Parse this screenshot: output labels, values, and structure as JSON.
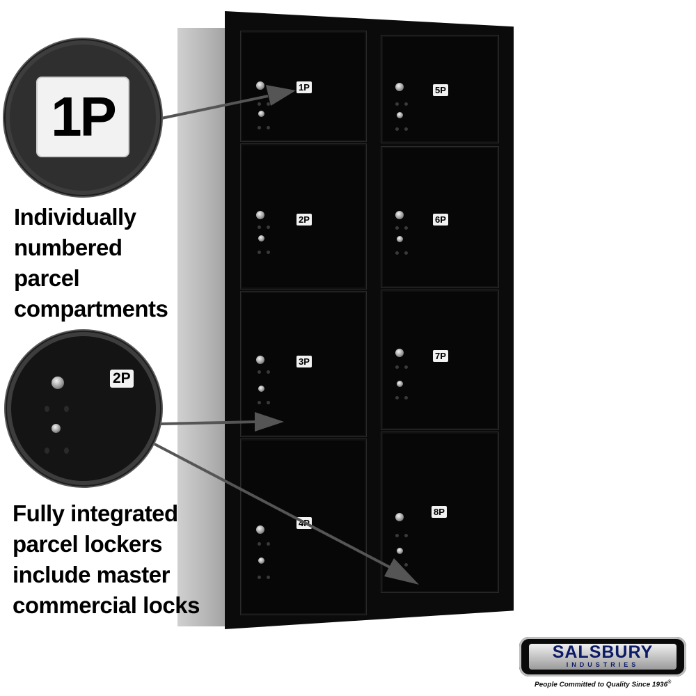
{
  "compartments": [
    {
      "label": "1P"
    },
    {
      "label": "2P"
    },
    {
      "label": "3P"
    },
    {
      "label": "4P"
    },
    {
      "label": "5P"
    },
    {
      "label": "6P"
    },
    {
      "label": "7P"
    },
    {
      "label": "8P"
    }
  ],
  "callouts": {
    "number_plate": "1P",
    "zoom_plate": "2P",
    "caption1": [
      "Individually",
      "numbered",
      "parcel",
      "compartments"
    ],
    "caption2": [
      "Fully integrated",
      "parcel lockers",
      "include master",
      "commercial locks"
    ]
  },
  "brand": {
    "name": "SALSBURY",
    "subtitle": "INDUSTRIES",
    "tagline": "People Committed to Quality Since 1936",
    "registered_mark": "®"
  }
}
